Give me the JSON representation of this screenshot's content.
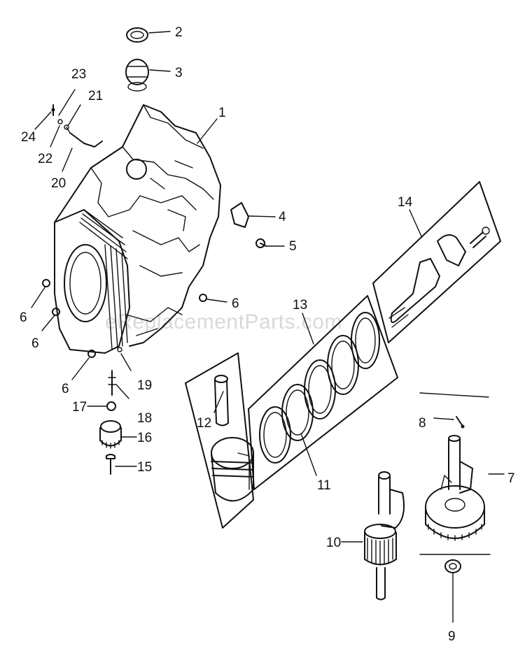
{
  "watermark": "eReplacementParts.com",
  "callouts": {
    "c1": "1",
    "c2": "2",
    "c3": "3",
    "c4": "4",
    "c5": "5",
    "c6a": "6",
    "c6b": "6",
    "c6c": "6",
    "c6d": "6",
    "c7": "7",
    "c8": "8",
    "c9": "9",
    "c10": "10",
    "c11": "11",
    "c12": "12",
    "c13": "13",
    "c14": "14",
    "c15": "15",
    "c16": "16",
    "c17": "17",
    "c18": "18",
    "c19": "19",
    "c20": "20",
    "c21": "21",
    "c22": "22",
    "c23": "23",
    "c24": "24"
  },
  "colors": {
    "ink": "#111111",
    "watermark": "#d9d9d9",
    "background": "#ffffff"
  }
}
